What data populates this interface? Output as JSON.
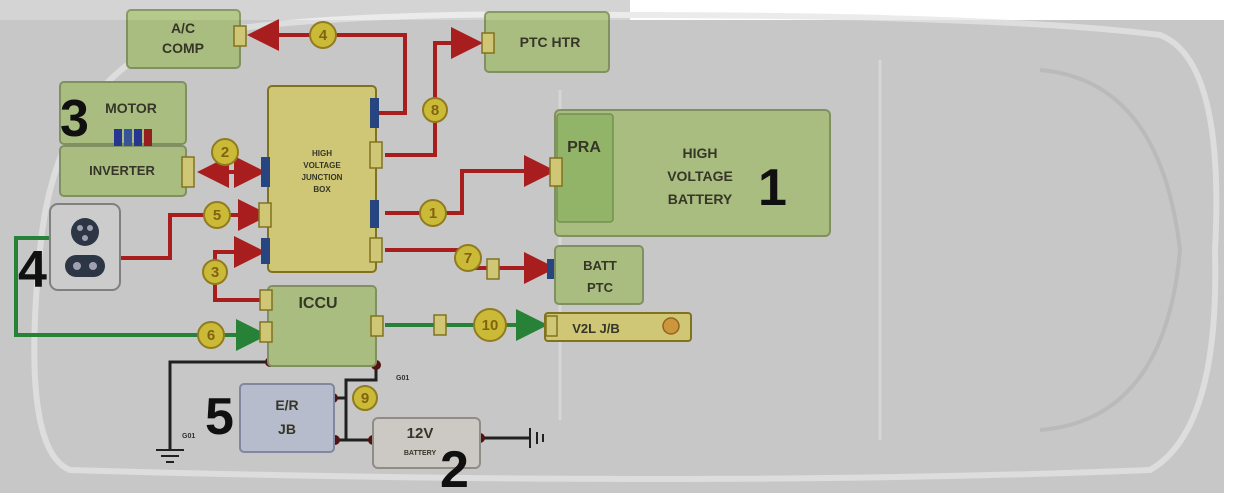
{
  "components": {
    "ac_comp_1": "A/C",
    "ac_comp_2": "COMP",
    "ptc_htr": "PTC HTR",
    "motor": "MOTOR",
    "inverter": "INVERTER",
    "hvjb_1": "HIGH",
    "hvjb_2": "VOLTAGE",
    "hvjb_3": "JUNCTION",
    "hvjb_4": "BOX",
    "pra": "PRA",
    "battery_1": "HIGH",
    "battery_2": "VOLTAGE",
    "battery_3": "BATTERY",
    "batt_ptc_1": "BATT",
    "batt_ptc_2": "PTC",
    "iccu": "ICCU",
    "v2l": "V2L J/B",
    "er_jb_1": "E/R",
    "er_jb_2": "JB",
    "lv_battery_1": "12V",
    "lv_battery_2": "BATTERY",
    "ground_1": "G01",
    "ground_2": "G01"
  },
  "circuit_numbers": [
    "4",
    "8",
    "2",
    "5",
    "1",
    "3",
    "7",
    "6",
    "10",
    "9"
  ],
  "callouts": [
    "1",
    "2",
    "3",
    "4",
    "5"
  ],
  "colors": {
    "hv_wire": "#b32020",
    "lv_wire": "#2a8a3a",
    "ground_wire": "#222222",
    "component_fill": "#b5c98a",
    "junction_fill": "#dcd47e",
    "badge_fill": "#d7c63c"
  }
}
